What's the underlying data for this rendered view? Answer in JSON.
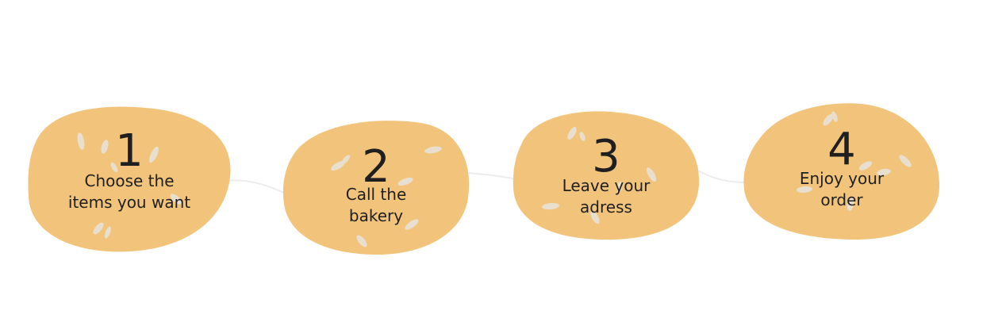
{
  "steps": [
    {
      "number": "1",
      "line1": "Choose the",
      "line2": "items you want"
    },
    {
      "number": "2",
      "line1": "Call the",
      "line2": "bakery"
    },
    {
      "number": "3",
      "line1": "Leave your",
      "line2": "adress"
    },
    {
      "number": "4",
      "line1": "Enjoy your",
      "line2": "order"
    }
  ],
  "colors": {
    "blob": "#f2c47b",
    "text": "#1f1f1f",
    "connector": "#ececec",
    "grain": "#e6e1d6"
  }
}
